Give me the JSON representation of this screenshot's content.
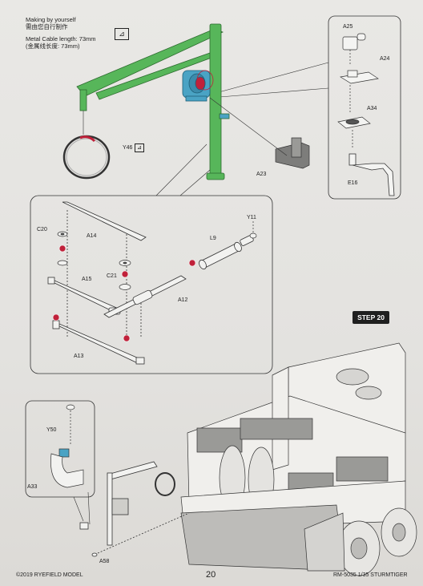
{
  "note": {
    "line1": "Making by yourself",
    "line2": "需由您自行制作",
    "line3": "Metal Cable length: 73mm",
    "line4": "(金属线长度: 73mm)"
  },
  "parts": {
    "a25": "A25",
    "a24": "A24",
    "a34": "A34",
    "e16": "E16",
    "y46": "Y46",
    "a23": "A23",
    "y11": "Y11",
    "l9": "L9",
    "c20": "C20",
    "a14": "A14",
    "a15": "A15",
    "c21": "C21",
    "a12": "A12",
    "a13": "A13",
    "y50": "Y50",
    "a33": "A33",
    "a58": "A58"
  },
  "step": {
    "label": "STEP 20"
  },
  "footer": {
    "copyright": "©2019 RYEFIELD MODEL",
    "page_number": "20",
    "model_code": "RM-5035 1/35 STURMTIGER"
  },
  "colors": {
    "crane": "#57b65a",
    "winch": "#4aa3c4",
    "accent_red": "#c0213a"
  }
}
